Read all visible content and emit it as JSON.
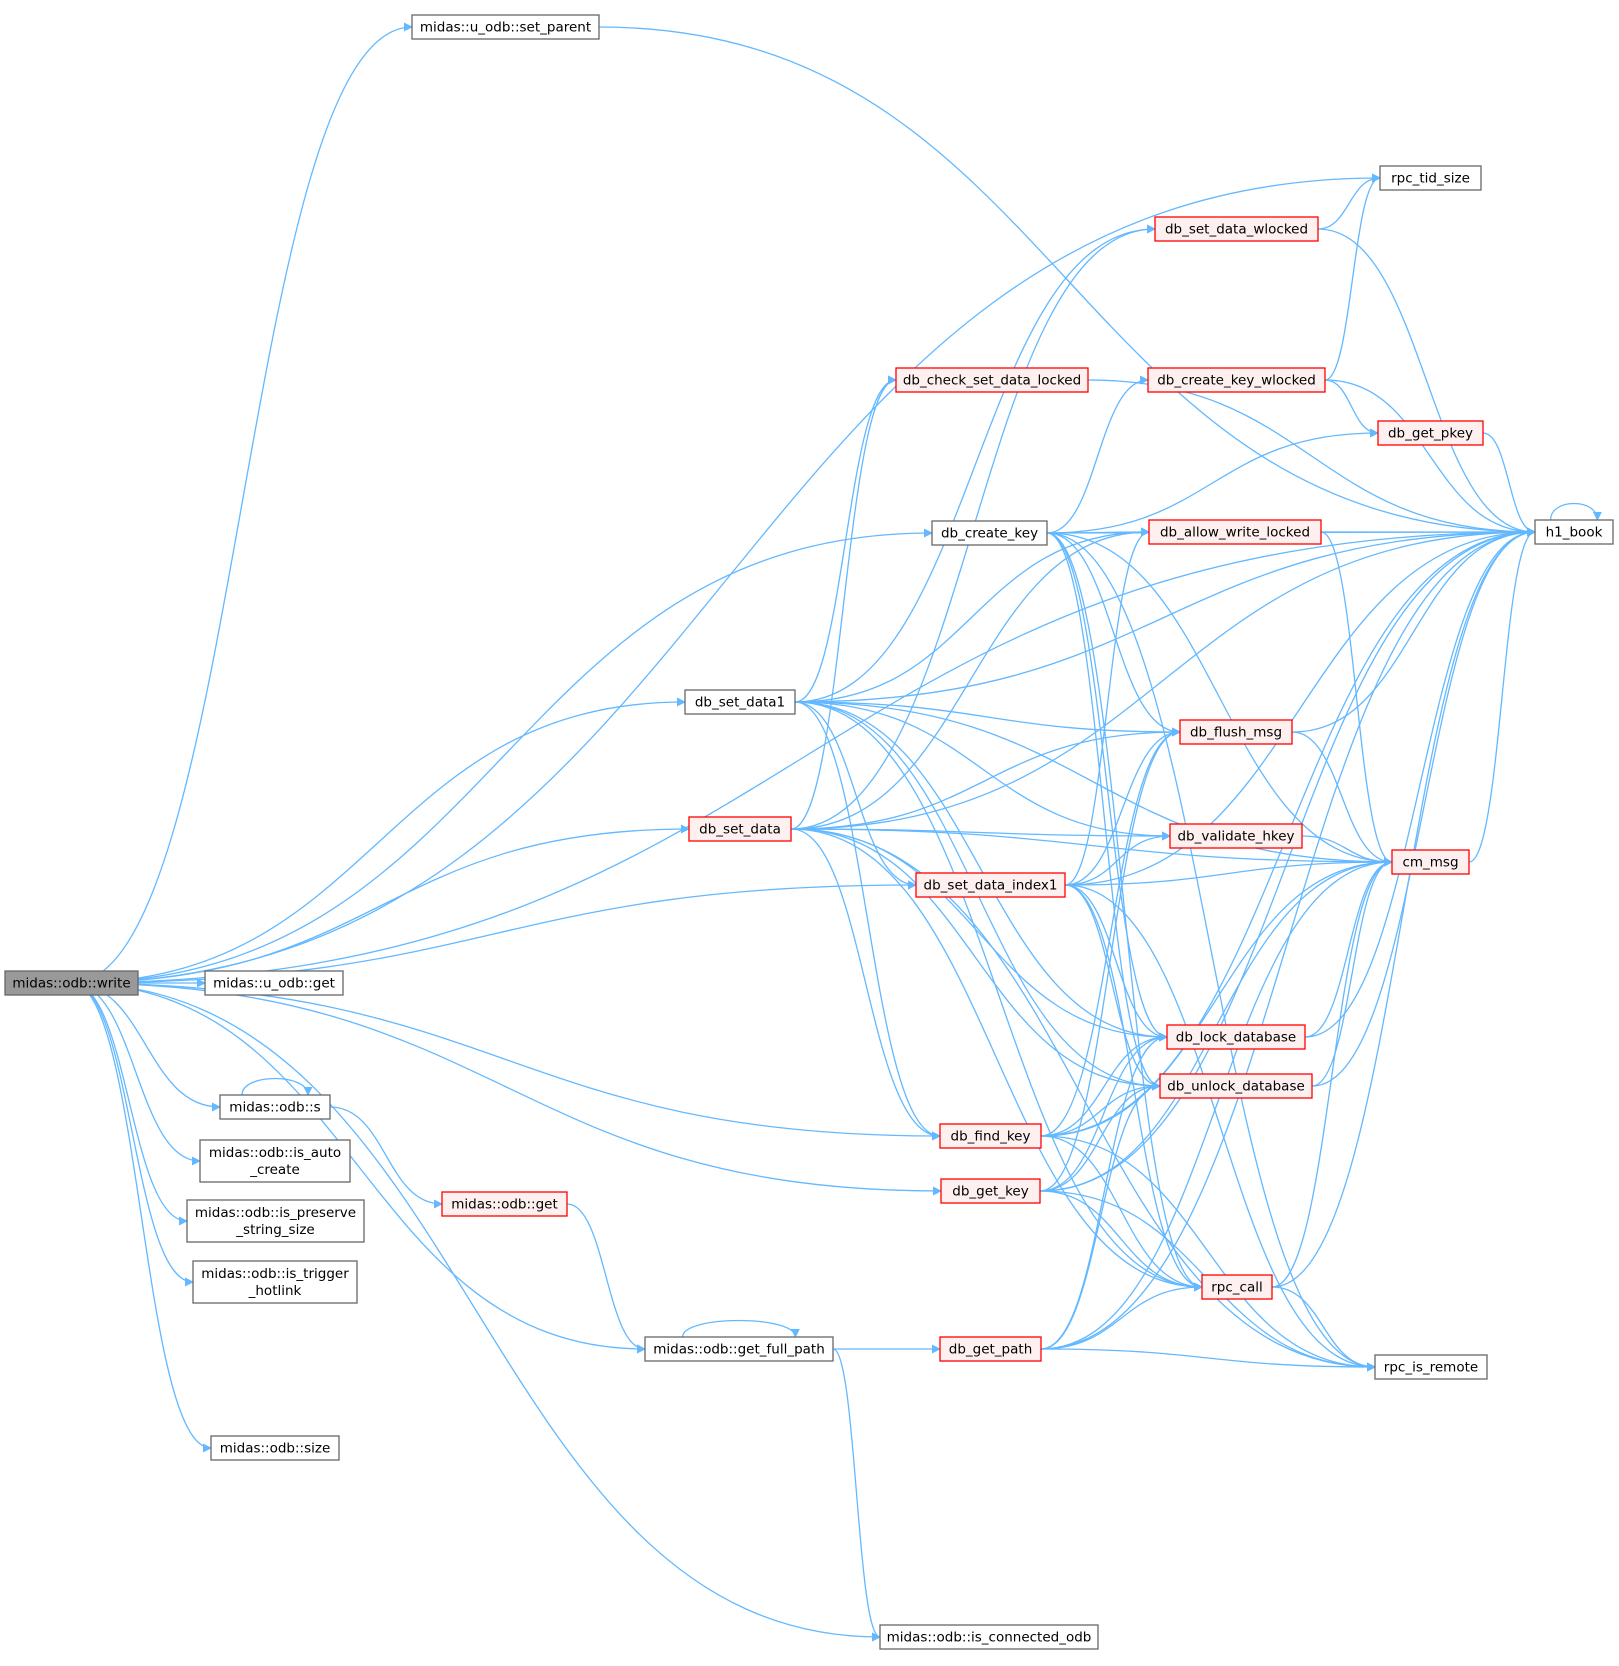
{
  "diagram": {
    "type": "call-graph",
    "colors": {
      "edge": "#63b8ff",
      "node_border": "#666666",
      "red_border": "#ff0000",
      "red_fill": "#fff0f0",
      "root_fill": "#999999"
    },
    "nodes": [
      {
        "id": "write",
        "lines": [
          "midas::odb::write"
        ],
        "style": "root"
      },
      {
        "id": "set_parent",
        "lines": [
          "midas::u_odb::set_parent"
        ],
        "style": "normal"
      },
      {
        "id": "u_get",
        "lines": [
          "midas::u_odb::get"
        ],
        "style": "normal"
      },
      {
        "id": "s",
        "lines": [
          "midas::odb::s"
        ],
        "style": "normal"
      },
      {
        "id": "is_auto",
        "lines": [
          "midas::odb::is_auto",
          "_create"
        ],
        "style": "normal"
      },
      {
        "id": "is_preserve",
        "lines": [
          "midas::odb::is_preserve",
          "_string_size"
        ],
        "style": "normal"
      },
      {
        "id": "is_trigger",
        "lines": [
          "midas::odb::is_trigger",
          "_hotlink"
        ],
        "style": "normal"
      },
      {
        "id": "odb_get",
        "lines": [
          "midas::odb::get"
        ],
        "style": "red"
      },
      {
        "id": "size",
        "lines": [
          "midas::odb::size"
        ],
        "style": "normal"
      },
      {
        "id": "get_full_path",
        "lines": [
          "midas::odb::get_full_path"
        ],
        "style": "normal"
      },
      {
        "id": "is_connected",
        "lines": [
          "midas::odb::is_connected_odb"
        ],
        "style": "normal"
      },
      {
        "id": "db_set_data1",
        "lines": [
          "db_set_data1"
        ],
        "style": "normal"
      },
      {
        "id": "db_set_data",
        "lines": [
          "db_set_data"
        ],
        "style": "red"
      },
      {
        "id": "db_create_key",
        "lines": [
          "db_create_key"
        ],
        "style": "normal"
      },
      {
        "id": "db_check_set_data_locked",
        "lines": [
          "db_check_set_data_locked"
        ],
        "style": "red"
      },
      {
        "id": "db_set_data_index1",
        "lines": [
          "db_set_data_index1"
        ],
        "style": "red"
      },
      {
        "id": "db_find_key",
        "lines": [
          "db_find_key"
        ],
        "style": "red"
      },
      {
        "id": "db_get_key",
        "lines": [
          "db_get_key"
        ],
        "style": "red"
      },
      {
        "id": "db_get_path",
        "lines": [
          "db_get_path"
        ],
        "style": "red"
      },
      {
        "id": "db_set_data_wlocked",
        "lines": [
          "db_set_data_wlocked"
        ],
        "style": "red"
      },
      {
        "id": "db_create_key_wlocked",
        "lines": [
          "db_create_key_wlocked"
        ],
        "style": "red"
      },
      {
        "id": "db_allow_write_locked",
        "lines": [
          "db_allow_write_locked"
        ],
        "style": "red"
      },
      {
        "id": "db_flush_msg",
        "lines": [
          "db_flush_msg"
        ],
        "style": "red"
      },
      {
        "id": "db_validate_hkey",
        "lines": [
          "db_validate_hkey"
        ],
        "style": "red"
      },
      {
        "id": "db_lock_database",
        "lines": [
          "db_lock_database"
        ],
        "style": "red"
      },
      {
        "id": "db_unlock_database",
        "lines": [
          "db_unlock_database"
        ],
        "style": "red"
      },
      {
        "id": "rpc_call",
        "lines": [
          "rpc_call"
        ],
        "style": "red"
      },
      {
        "id": "rpc_tid_size",
        "lines": [
          "rpc_tid_size"
        ],
        "style": "normal"
      },
      {
        "id": "db_get_pkey",
        "lines": [
          "db_get_pkey"
        ],
        "style": "red"
      },
      {
        "id": "cm_msg",
        "lines": [
          "cm_msg"
        ],
        "style": "red"
      },
      {
        "id": "rpc_is_remote",
        "lines": [
          "rpc_is_remote"
        ],
        "style": "normal"
      },
      {
        "id": "h1_book",
        "lines": [
          "h1_book"
        ],
        "style": "normal"
      }
    ],
    "edges": [
      [
        "write",
        "set_parent"
      ],
      [
        "write",
        "h1_book"
      ],
      [
        "write",
        "rpc_tid_size"
      ],
      [
        "write",
        "db_create_key"
      ],
      [
        "write",
        "db_set_data1"
      ],
      [
        "write",
        "db_set_data"
      ],
      [
        "write",
        "db_set_data_index1"
      ],
      [
        "write",
        "db_find_key"
      ],
      [
        "write",
        "db_get_key"
      ],
      [
        "write",
        "u_get"
      ],
      [
        "write",
        "s"
      ],
      [
        "write",
        "is_auto"
      ],
      [
        "write",
        "is_preserve"
      ],
      [
        "write",
        "is_trigger"
      ],
      [
        "write",
        "get_full_path"
      ],
      [
        "write",
        "size"
      ],
      [
        "write",
        "is_connected"
      ],
      [
        "set_parent",
        "h1_book"
      ],
      [
        "s",
        "s"
      ],
      [
        "s",
        "odb_get"
      ],
      [
        "odb_get",
        "get_full_path"
      ],
      [
        "get_full_path",
        "get_full_path"
      ],
      [
        "get_full_path",
        "db_get_path"
      ],
      [
        "get_full_path",
        "is_connected"
      ],
      [
        "db_set_data1",
        "h1_book"
      ],
      [
        "db_set_data1",
        "db_set_data_wlocked"
      ],
      [
        "db_set_data1",
        "db_check_set_data_locked"
      ],
      [
        "db_set_data1",
        "db_allow_write_locked"
      ],
      [
        "db_set_data1",
        "db_flush_msg"
      ],
      [
        "db_set_data1",
        "cm_msg"
      ],
      [
        "db_set_data1",
        "db_validate_hkey"
      ],
      [
        "db_set_data1",
        "db_set_data_index1"
      ],
      [
        "db_set_data1",
        "db_lock_database"
      ],
      [
        "db_set_data1",
        "db_unlock_database"
      ],
      [
        "db_set_data1",
        "db_find_key"
      ],
      [
        "db_set_data1",
        "rpc_call"
      ],
      [
        "db_set_data",
        "db_check_set_data_locked"
      ],
      [
        "db_set_data",
        "db_set_data_wlocked"
      ],
      [
        "db_set_data",
        "db_allow_write_locked"
      ],
      [
        "db_set_data",
        "h1_book"
      ],
      [
        "db_set_data",
        "db_flush_msg"
      ],
      [
        "db_set_data",
        "cm_msg"
      ],
      [
        "db_set_data",
        "db_validate_hkey"
      ],
      [
        "db_set_data",
        "db_lock_database"
      ],
      [
        "db_set_data",
        "db_unlock_database"
      ],
      [
        "db_set_data",
        "db_find_key"
      ],
      [
        "db_set_data",
        "rpc_call"
      ],
      [
        "db_set_data",
        "rpc_is_remote"
      ],
      [
        "db_create_key",
        "db_create_key_wlocked"
      ],
      [
        "db_create_key",
        "db_get_pkey"
      ],
      [
        "db_create_key",
        "h1_book"
      ],
      [
        "db_create_key",
        "db_allow_write_locked"
      ],
      [
        "db_create_key",
        "db_flush_msg"
      ],
      [
        "db_create_key",
        "cm_msg"
      ],
      [
        "db_create_key",
        "db_lock_database"
      ],
      [
        "db_create_key",
        "db_unlock_database"
      ],
      [
        "db_create_key",
        "rpc_call"
      ],
      [
        "db_create_key",
        "rpc_is_remote"
      ],
      [
        "db_check_set_data_locked",
        "h1_book"
      ],
      [
        "db_set_data_wlocked",
        "rpc_tid_size"
      ],
      [
        "db_set_data_wlocked",
        "h1_book"
      ],
      [
        "db_create_key_wlocked",
        "rpc_tid_size"
      ],
      [
        "db_create_key_wlocked",
        "db_get_pkey"
      ],
      [
        "db_create_key_wlocked",
        "h1_book"
      ],
      [
        "db_get_pkey",
        "h1_book"
      ],
      [
        "db_allow_write_locked",
        "h1_book"
      ],
      [
        "db_allow_write_locked",
        "cm_msg"
      ],
      [
        "db_flush_msg",
        "h1_book"
      ],
      [
        "db_flush_msg",
        "cm_msg"
      ],
      [
        "db_validate_hkey",
        "cm_msg"
      ],
      [
        "db_set_data_index1",
        "db_allow_write_locked"
      ],
      [
        "db_set_data_index1",
        "db_flush_msg"
      ],
      [
        "db_set_data_index1",
        "db_validate_hkey"
      ],
      [
        "db_set_data_index1",
        "cm_msg"
      ],
      [
        "db_set_data_index1",
        "h1_book"
      ],
      [
        "db_set_data_index1",
        "db_lock_database"
      ],
      [
        "db_set_data_index1",
        "db_unlock_database"
      ],
      [
        "db_set_data_index1",
        "rpc_call"
      ],
      [
        "db_set_data_index1",
        "rpc_is_remote"
      ],
      [
        "db_lock_database",
        "cm_msg"
      ],
      [
        "db_lock_database",
        "h1_book"
      ],
      [
        "db_unlock_database",
        "cm_msg"
      ],
      [
        "db_unlock_database",
        "h1_book"
      ],
      [
        "db_find_key",
        "db_flush_msg"
      ],
      [
        "db_find_key",
        "db_lock_database"
      ],
      [
        "db_find_key",
        "db_unlock_database"
      ],
      [
        "db_find_key",
        "h1_book"
      ],
      [
        "db_find_key",
        "rpc_call"
      ],
      [
        "db_find_key",
        "cm_msg"
      ],
      [
        "db_find_key",
        "rpc_is_remote"
      ],
      [
        "db_get_key",
        "db_flush_msg"
      ],
      [
        "db_get_key",
        "db_lock_database"
      ],
      [
        "db_get_key",
        "db_unlock_database"
      ],
      [
        "db_get_key",
        "cm_msg"
      ],
      [
        "db_get_key",
        "rpc_call"
      ],
      [
        "db_get_key",
        "rpc_is_remote"
      ],
      [
        "db_get_key",
        "h1_book"
      ],
      [
        "db_get_path",
        "db_lock_database"
      ],
      [
        "db_get_path",
        "db_unlock_database"
      ],
      [
        "db_get_path",
        "rpc_call"
      ],
      [
        "db_get_path",
        "cm_msg"
      ],
      [
        "db_get_path",
        "rpc_is_remote"
      ],
      [
        "db_get_path",
        "h1_book"
      ],
      [
        "rpc_call",
        "cm_msg"
      ],
      [
        "rpc_call",
        "h1_book"
      ],
      [
        "rpc_call",
        "rpc_is_remote"
      ],
      [
        "cm_msg",
        "h1_book"
      ],
      [
        "h1_book",
        "h1_book"
      ]
    ]
  }
}
